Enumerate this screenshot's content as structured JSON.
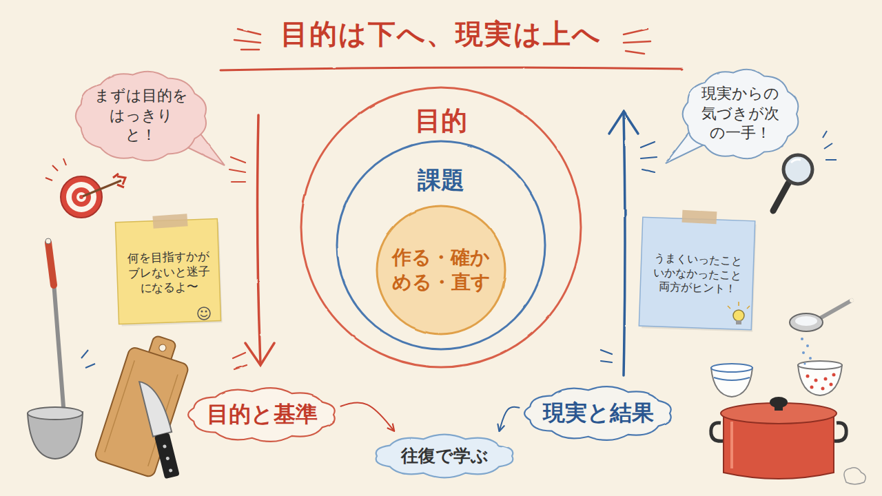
{
  "diagram": {
    "title": "目的は下へ、現実は上へ",
    "nodes": [
      {
        "text": [
          "まずは目的をはっきりと！"
        ]
      },
      {
        "text": [
          "何を目指すかがブレないと迷子になるよ〜"
        ]
      },
      {
        "text": [
          "目的"
        ]
      },
      {
        "text": [
          "課題"
        ],
        "in": 2
      },
      {
        "text": [
          "作る・確かめる・直す"
        ],
        "in": 3
      },
      {
        "text": [
          "目的と基準"
        ]
      },
      {
        "text": [
          "往復で学ぶ"
        ]
      },
      {
        "text": [
          "現実と結果"
        ]
      },
      {
        "text": [
          "現実からの気づきが次の一手！"
        ]
      },
      {
        "text": [
          "うまくいったこといかなかったこと両方がヒント！"
        ]
      }
    ],
    "edges": [
      {
        "from": 5,
        "to": 6,
        "arrow": "to"
      },
      {
        "from": 7,
        "to": 6,
        "arrow": "to"
      }
    ]
  }
}
